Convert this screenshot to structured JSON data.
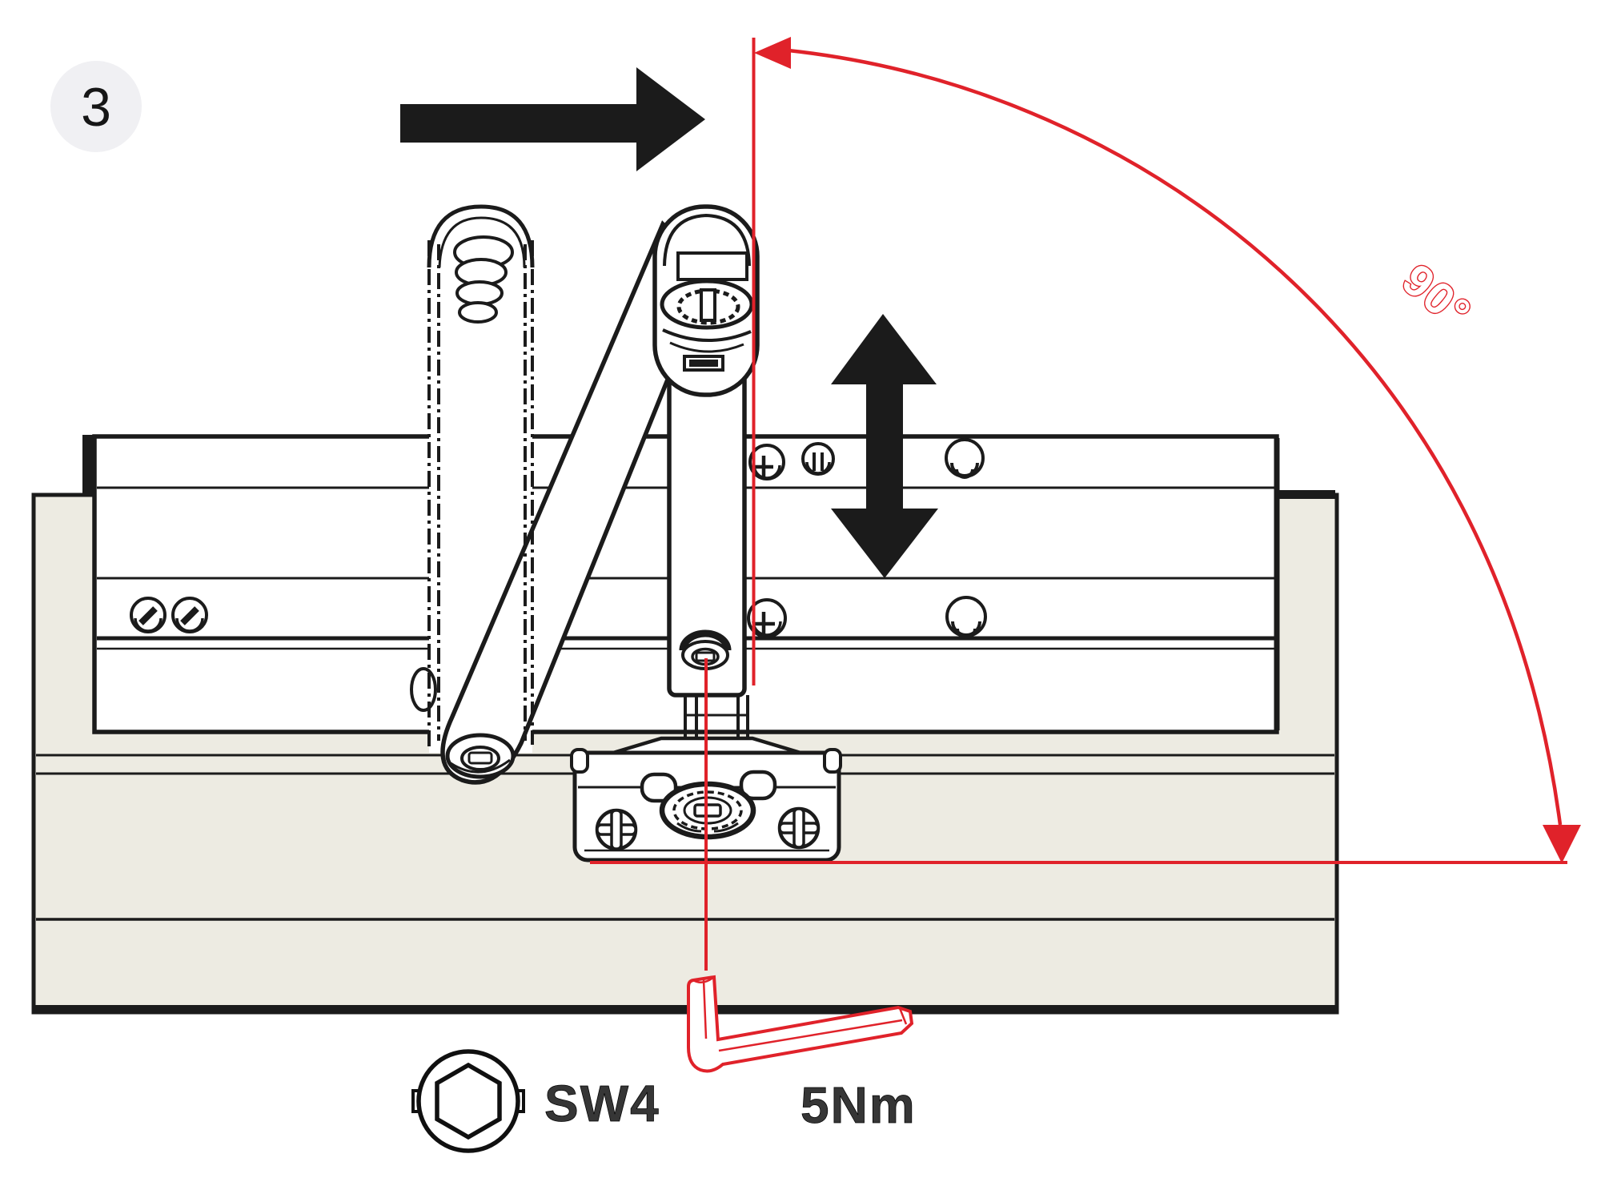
{
  "step": {
    "number": "3"
  },
  "annotations": {
    "angle": "90°",
    "tool_size": "SW4",
    "torque": "5Nm"
  },
  "icons": {
    "hex_socket": "circle with inscribed hexagon",
    "allen_key": "L-shaped hex key outline",
    "push_direction": "solid black right arrow",
    "height_adjust": "double-headed vertical black arrow",
    "rotation": "quarter-circle arc with arrowheads"
  },
  "colors": {
    "accent_red": "#e0222a",
    "ink": "#1b1b1b",
    "panel_beige": "#edebe2",
    "badge_gray": "#f0f0f3"
  }
}
